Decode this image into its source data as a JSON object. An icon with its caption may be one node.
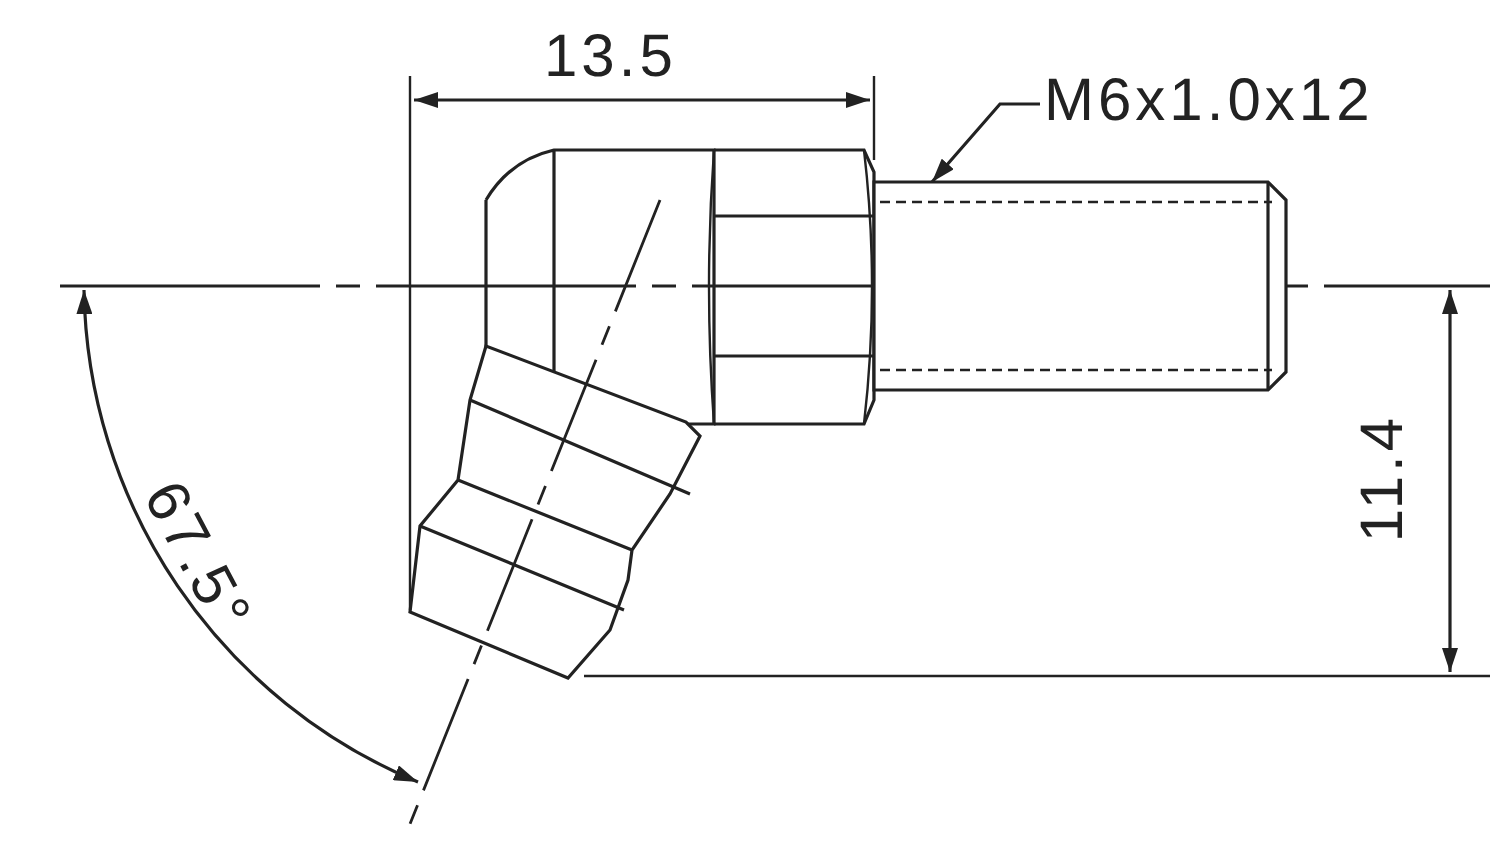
{
  "diagram": {
    "nodes": [
      {
        "text": [
          "M6x1.0x12"
        ]
      },
      {
        "text": [],
        "shape": "picture"
      }
    ],
    "edges": [
      {
        "from": 0,
        "to": 1,
        "arrow": "to"
      }
    ],
    "labels": [
      "13.5",
      "11.4",
      "67.5°"
    ]
  }
}
